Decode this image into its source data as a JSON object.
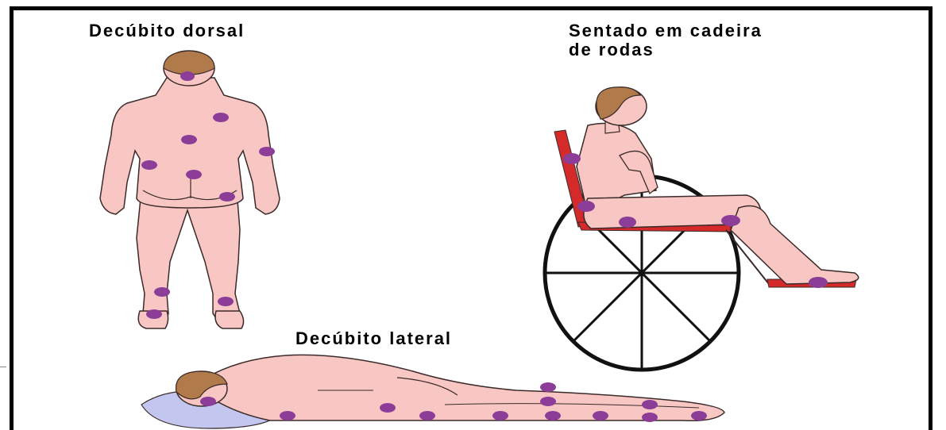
{
  "labels": {
    "dorsal": "Decúbito dorsal",
    "wheelchair_line1": "Sentado em cadeira",
    "wheelchair_line2": "de rodas",
    "lateral": "Decúbito lateral"
  },
  "colors": {
    "skin": "#f9c7c3",
    "outline": "#3a2a2a",
    "hair": "#b07a4a",
    "pressure_point": "#8c3d98",
    "chair_frame": "#d42a2a",
    "pillow": "#c3c6ee",
    "wheel": "#111111"
  },
  "icons": {
    "pressure_point": "pressure-point-marker"
  }
}
